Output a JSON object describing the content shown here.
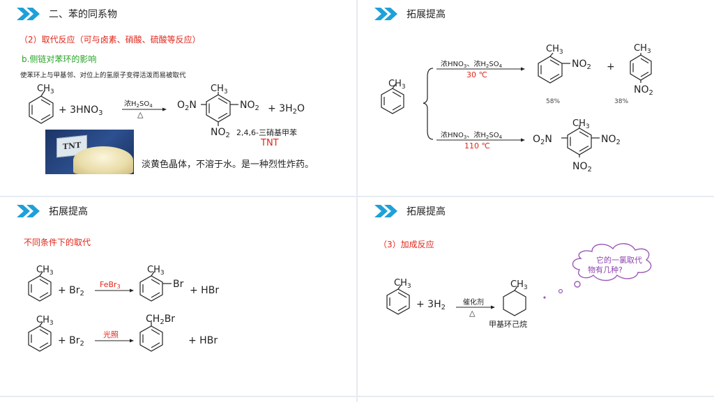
{
  "colors": {
    "accent": "#1fa0d8",
    "red": "#e0261a",
    "green": "#29a329",
    "text": "#222222",
    "bubble": "#9b59b6"
  },
  "icons": {
    "header": "double-chevron-right-icon"
  },
  "panel1": {
    "header": "二、苯的同系物",
    "subtitle": "（2）取代反应（可与卤素、硝酸、硫酸等反应）",
    "point": "b.侧链对苯环的影响",
    "desc": "使苯环上与甲基邻、对位上的氢原子变得活泼而易被取代",
    "ch3": "CH",
    "sub3": "3",
    "reagent": "+ 3HNO",
    "cond_top": "浓H",
    "cond_2": "2",
    "cond_so": "SO",
    "cond_4": "4",
    "cond_bottom": "△",
    "o2n": "O",
    "no": "NO",
    "two": "2",
    "water": "+ 3H",
    "water_o": "O",
    "product_name": "2,4,6-三硝基甲苯",
    "product_abbr": "TNT",
    "photo_label": "TNT",
    "description": "淡黄色晶体，不溶于水。是一种烈性炸药。"
  },
  "panel2": {
    "header": "拓展提高",
    "ch3": "CH",
    "sub3": "3",
    "cond_a": "浓HNO",
    "cond_b": "、浓H",
    "cond_c": "SO",
    "cond_d": "4",
    "cond_sub3": "3",
    "cond_sub2": "2",
    "temp1": "30 ℃",
    "temp2": "110 ℃",
    "no": "NO",
    "two": "2",
    "o2n": "O",
    "plus": "+",
    "yield1": "58%",
    "yield2": "38%"
  },
  "panel3": {
    "header": "拓展提高",
    "subtitle": "不同条件下的取代",
    "ch3": "CH",
    "sub3": "3",
    "br2": "+ Br",
    "sub2": "2",
    "cond1": "FeBr",
    "cond1_sub": "3",
    "br": "Br",
    "hbr": "+ HBr",
    "cond2": "光照",
    "ch2br_a": "CH",
    "ch2br_sub": "2",
    "ch2br_b": "Br"
  },
  "panel4": {
    "header": "拓展提高",
    "subtitle": "（3）加成反应",
    "ch3": "CH",
    "sub3": "3",
    "h2": "+ 3H",
    "sub2": "2",
    "cond_top": "催化剂",
    "cond_bottom": "△",
    "product_name": "甲基环己烷",
    "bubble_line1": "它的一氯取代",
    "bubble_line2": "物有几种?"
  }
}
